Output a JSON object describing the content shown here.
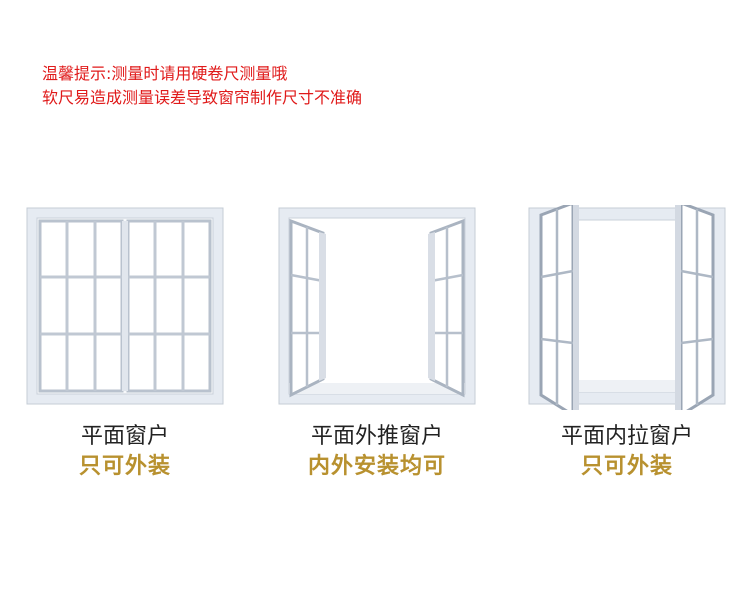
{
  "tip": {
    "line1": "温馨提示:测量时请用硬卷尺测量哦",
    "line2": "软尺易造成测量误差导致窗帘制作尺寸不准确"
  },
  "windows": [
    {
      "title": "平面窗户",
      "subtitle": "只可外装"
    },
    {
      "title": "平面外推窗户",
      "subtitle": "内外安装均可"
    },
    {
      "title": "平面内拉窗户",
      "subtitle": "只可外装"
    }
  ],
  "colors": {
    "tip_text": "#e01a1a",
    "subtitle_gold": "#b8912f",
    "frame": "#e6ebf2"
  }
}
